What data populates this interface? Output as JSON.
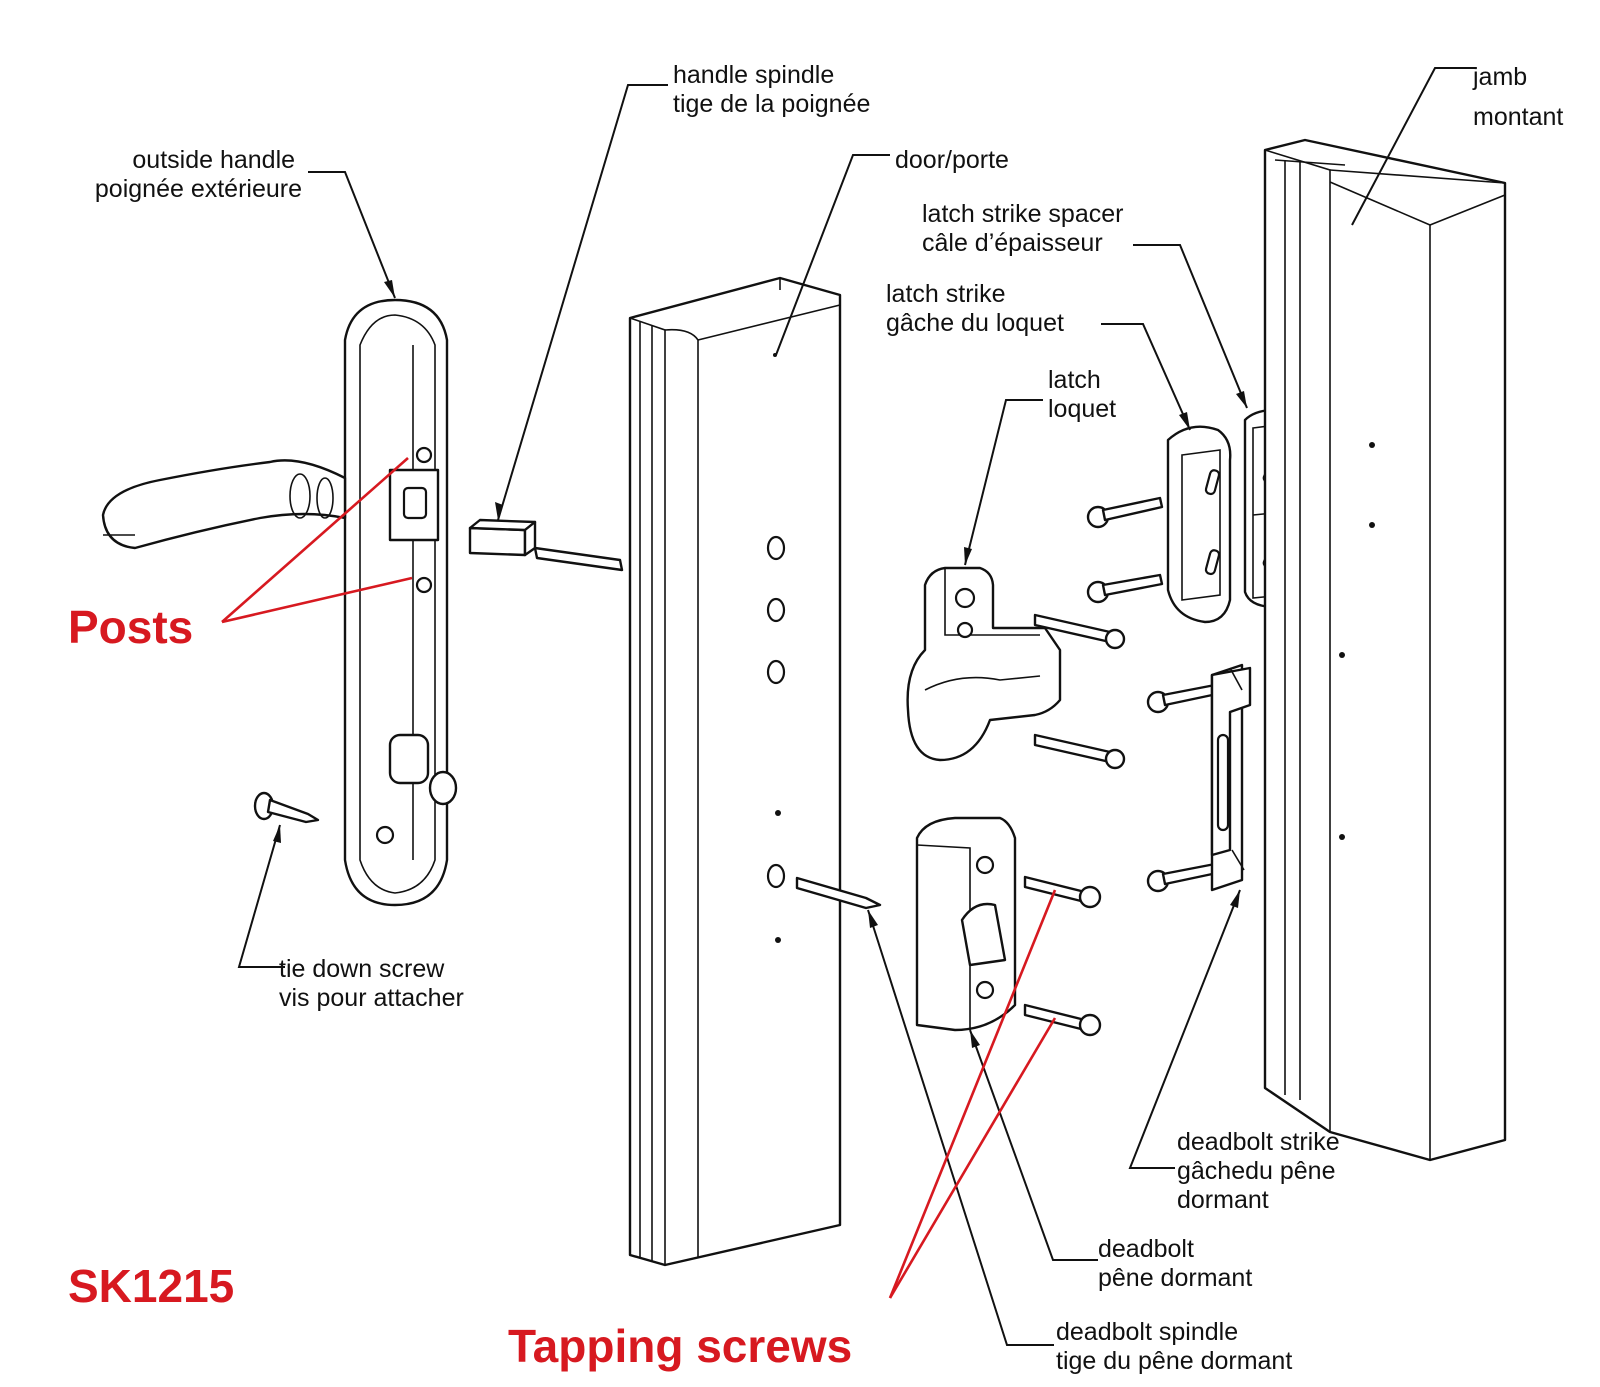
{
  "sheet_code": "SK1215",
  "callouts": {
    "posts": "Posts",
    "tapping_screws": "Tapping screws"
  },
  "labels": {
    "outside_handle": [
      "outside handle",
      "poignée extérieure"
    ],
    "handle_spindle": [
      "handle spindle",
      "tige de la poignée"
    ],
    "door": [
      "door/porte"
    ],
    "jamb": [
      "jamb",
      "montant"
    ],
    "latch_strike_spacer": [
      "latch strike spacer",
      "câle d’épaisseur"
    ],
    "latch_strike": [
      "latch strike",
      "gâche du loquet"
    ],
    "latch": [
      "latch",
      "loquet"
    ],
    "tie_down_screw": [
      "tie down screw",
      "vis pour attacher"
    ],
    "deadbolt_strike": [
      "deadbolt strike",
      "gâchedu pêne",
      "dormant"
    ],
    "deadbolt": [
      "deadbolt",
      "pêne dormant"
    ],
    "deadbolt_spindle": [
      "deadbolt spindle",
      "tige du pêne dormant"
    ]
  }
}
